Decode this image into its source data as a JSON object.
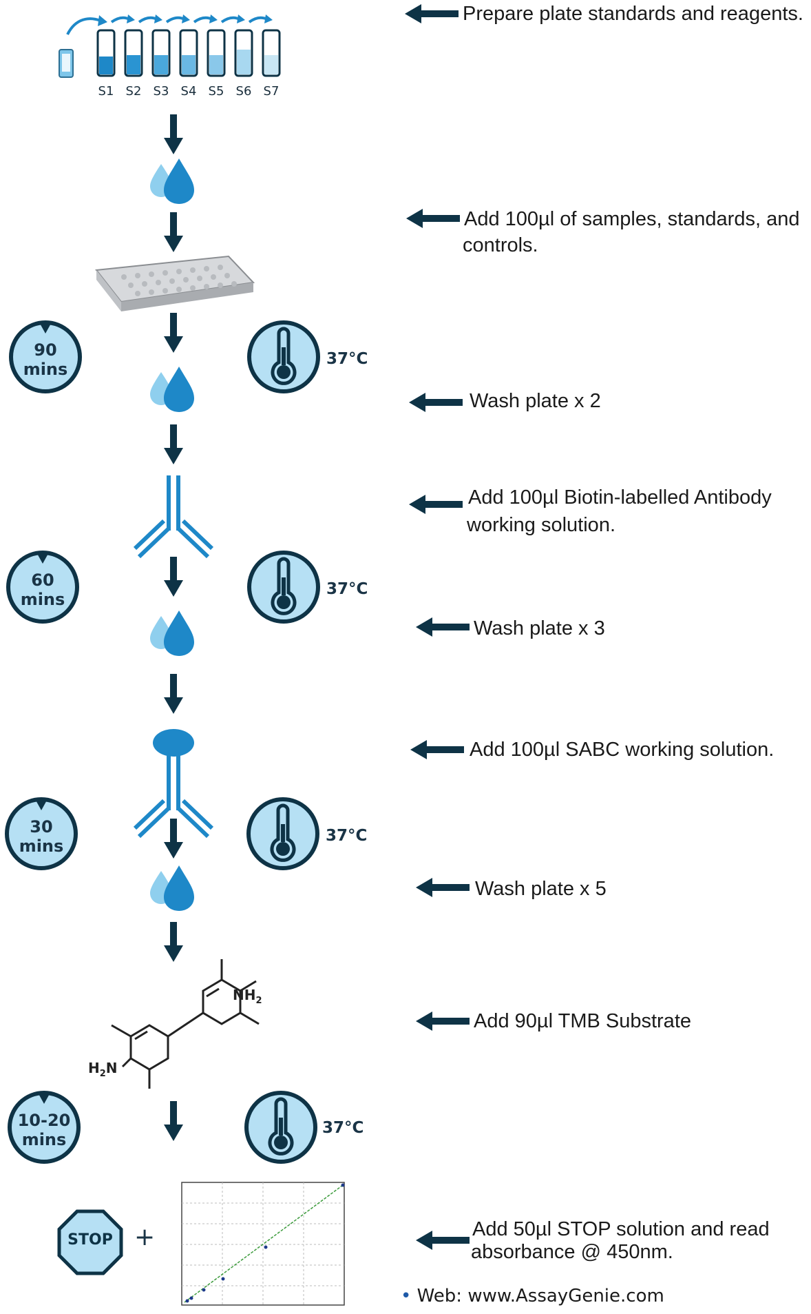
{
  "steps": [
    "Prepare plate standards and reagents.",
    "Add 100µl of samples, standards, and",
    "controls.",
    "Wash plate x 2",
    "Add 100µl Biotin-labelled Antibody",
    "working solution.",
    "Wash plate x 3",
    "Add 100µl SABC working solution.",
    "Wash plate x 5",
    "Add 90µl TMB Substrate",
    "Add 50µl STOP solution and read",
    "absorbance @ 450nm."
  ],
  "tubes": [
    "S1",
    "S2",
    "S3",
    "S4",
    "S5",
    "S6",
    "S7"
  ],
  "timers": [
    {
      "value": "90",
      "unit": "mins"
    },
    {
      "value": "60",
      "unit": "mins"
    },
    {
      "value": "30",
      "unit": "mins"
    },
    {
      "value": "10-20",
      "unit": "mins"
    }
  ],
  "temperature": "37°C",
  "chemistry": {
    "amine_top": "NH",
    "amine_top_sub": "2",
    "amine_left": "H",
    "amine_left_sub": "2",
    "amine_left_end": "N"
  },
  "stop_sign": "STOP",
  "plus": "+",
  "footer": {
    "bullet": "•",
    "text": "Web: www.AssayGenie.com"
  },
  "colors": {
    "navy": "#0e3346",
    "blue": "#1e88c8",
    "light_blue": "#7ec6ea",
    "pale_blue": "#b6e0f4"
  }
}
